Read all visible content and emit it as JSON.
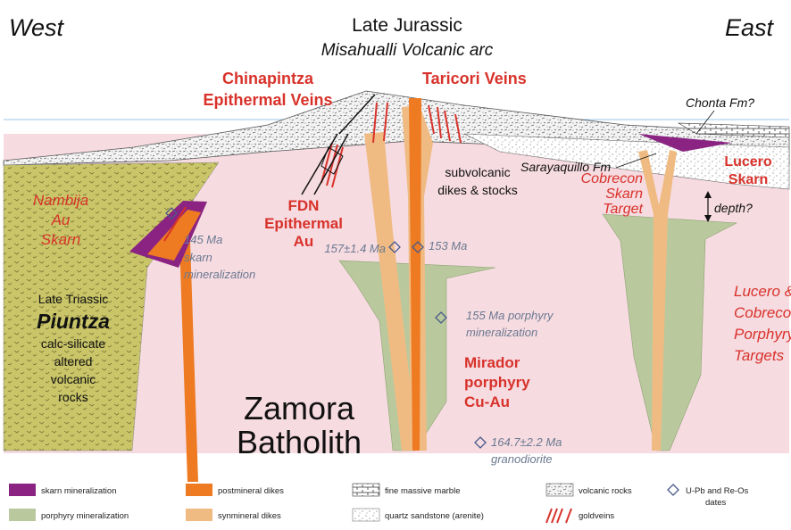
{
  "labels": {
    "west": "West",
    "east": "East",
    "late_jurassic": "Late Jurassic",
    "misahualli": "Misahualli Volcanic arc",
    "chinapintza_1": "Chinapintza",
    "chinapintza_2": "Epithermal Veins",
    "taricori": "Taricori Veins",
    "chonta": "Chonta Fm?",
    "sarayaquillo": "Sarayaquillo Fm",
    "lucero_skarn_1": "Lucero",
    "lucero_skarn_2": "Skarn",
    "cobrecon_1": "Cobrecon",
    "cobrecon_2": "Skarn",
    "cobrecon_3": "Target",
    "depth": "depth?",
    "fdn_1": "FDN",
    "fdn_2": "Epithermal",
    "fdn_3": "Au",
    "subvolcanic_1": "subvolcanic",
    "subvolcanic_2": "dikes & stocks",
    "nambija_1": "Nambija",
    "nambija_2": "Au",
    "nambija_3": "Skarn",
    "date_145_1": "145 Ma",
    "date_145_2": "skarn",
    "date_145_3": "mineralization",
    "date_157": "157±1.4  Ma",
    "date_153": "153 Ma",
    "date_155_1": "155 Ma porphyry",
    "date_155_2": "mineralization",
    "mirador_1": "Mirador",
    "mirador_2": "porphyry",
    "mirador_3": "Cu-Au",
    "lucero_porph_1": "Lucero &",
    "lucero_porph_2": "Cobrecon",
    "lucero_porph_3": "Porphyry",
    "lucero_porph_4": "Targets",
    "piuntza_1": "Late Triassic",
    "piuntza_2": "Piuntza",
    "piuntza_3": "calc-silicate",
    "piuntza_4": "altered",
    "piuntza_5": "volcanic",
    "piuntza_6": "rocks",
    "zamora_1": "Zamora",
    "zamora_2": "Batholith",
    "date_164_1": "164.7±2.2  Ma",
    "date_164_2": "granodiorite"
  },
  "legend": {
    "skarn": "skarn mineralization",
    "porphyry": "porphyry mineralization",
    "postmineral": "postmineral dikes",
    "synmineral": "synmineral dikes",
    "marble": "fine massive marble",
    "sandstone": "quartz sandstone (arenite)",
    "volcanic": "volcanic rocks",
    "goldveins": "goldveins",
    "dates_1": "U-Pb and Re-Os",
    "dates_2": "dates"
  },
  "colors": {
    "batholith": "#f6dbe1",
    "piuntza": "#c9c568",
    "porphyry": "#b9c99d",
    "skarn": "#8a2382",
    "postmineral": "#ee7a22",
    "synmineral": "#efbb83",
    "title_red": "#d8322a",
    "date_gray": "#6b7990"
  }
}
